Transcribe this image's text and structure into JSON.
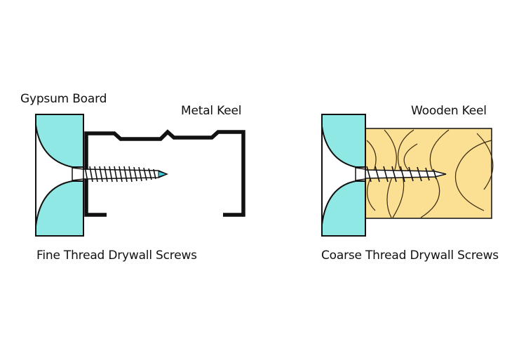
{
  "left_panel": {
    "board_label": "Gypsum Board",
    "keel_label": "Metal Keel",
    "caption": "Fine Thread Drywall Screws"
  },
  "right_panel": {
    "keel_label": "Wooden Keel",
    "caption": "Coarse Thread Drywall Screws"
  },
  "colors": {
    "gypsum": "#8FE8E4",
    "wood": "#FBDF92",
    "wood_grain": "#3a2a10",
    "outline": "#111111",
    "screw_tip": "#3FC8D8"
  }
}
